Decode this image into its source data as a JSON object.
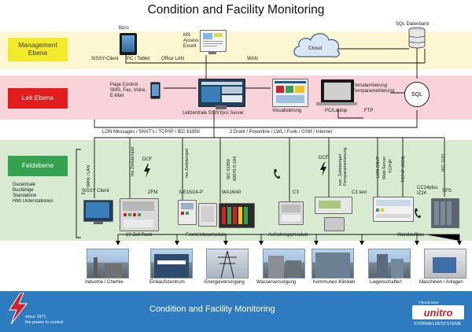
{
  "title": "Condition and Facility Monitoring",
  "levels": {
    "management": "Management\nEbene",
    "leit": "Leit Ebene",
    "feld": "Feldebene"
  },
  "management": {
    "buero": "Büro",
    "tablet_label": "PC / Tablet",
    "sissy_client": "SISSY-Client",
    "office_lan": "Office LAN",
    "ms_software": "MS\nAccess\nExcell",
    "wan": "WAN",
    "cloud": "Cloud",
    "sql_db": "SQL Datenbank"
  },
  "leit": {
    "page_control": "Page Control\nSMS, Fax, Voice,\nE-Mail",
    "server": "Leitzentrale SISSYpro Server",
    "visualisierung": "Visualisierung",
    "pc_laptop": "PC/Laptop",
    "fern": "Fernalarmierung\nFernparametrierung",
    "ftp": "FTP",
    "sql": "SQL"
  },
  "bus": {
    "left": "LON Messages / SNVT's / TCP/IP / IEC 6185II",
    "right": "2 Draht / Powerline / LWL / Funk / GSM / Internet"
  },
  "feld": {
    "side": "Dezentrale\nBusfähige\nStandalone\nHMI Unterstationen",
    "wan_lan": "WAN / LAN",
    "sissy_client": "SISSY Client",
    "ms_zeitstempel_1": "ms Zeitstempel",
    "dcf_1": "DCF",
    "zfm": "ZFM",
    "rack": "19 Zoll Rack",
    "ms_zeitstempel_2": "ms Zeitstempel",
    "me16": "ME16/24-P",
    "iec_1": "IEC 61850",
    "iec_2": "60870-5-104",
    "wa16": "WA16/40",
    "front": "Fronteinbaumodule",
    "c3": "C3",
    "aufschnapp": "Aufschnappmodule",
    "dcf_2": "DCF",
    "sec_zeit": "sec. Zeitstempel\nFernparametrierung",
    "c3_text": "C3 text",
    "lon_snvt": "LON SNVT",
    "web_server": "Web-Server",
    "tcp_ip_1": "TCP/IP",
    "tcp_ip_2": "TCP/IP (IZ24)",
    "cc24": "CC24plus\nIZ24",
    "iec_1131": "IEC 1131",
    "sps": "SPS",
    "wandaufbau": "Wandaufbau"
  },
  "photos": [
    "Industrie / Chemie",
    "Einkaufszentrum",
    "Energieversorgung",
    "Wasserversorgung",
    "Kommunen Kliniken",
    "Liegenschaften",
    "Maschinen / Anlagen"
  ],
  "footer": {
    "title": "Condition and Facility Monitoring",
    "since": "since 1971",
    "slogan": "the power to control",
    "brand_small": "Fleischmann",
    "brand": "unitro",
    "brand_sub": "STÖRMELDESYSTEME"
  },
  "colors": {
    "management_band": "#fbf7d0",
    "management_box": "#f2eb2c",
    "leit_band": "#f7d3d9",
    "leit_box": "#e21b1b",
    "feld_band": "#d8ebd0",
    "feld_box": "#34a24e",
    "footer": "#2f7bc0",
    "logo_red": "#d2202a"
  }
}
